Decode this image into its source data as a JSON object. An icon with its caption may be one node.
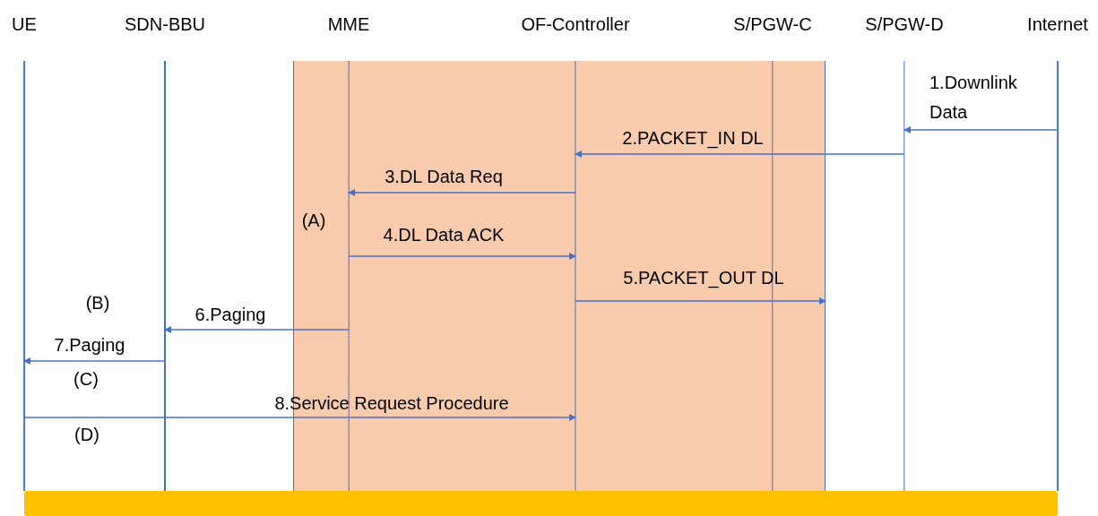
{
  "diagram": {
    "nodes": [
      {
        "text": [
          "UE"
        ]
      },
      {
        "text": [
          "SDN-BBU"
        ]
      },
      {
        "text": [
          "MME"
        ]
      },
      {
        "text": [
          "OF-Controller"
        ]
      },
      {
        "text": [
          "S/PGW-C"
        ]
      },
      {
        "text": [
          "S/PGW-D"
        ]
      },
      {
        "text": [
          "Internet"
        ]
      },
      {
        "text": [],
        "shape": "bar"
      }
    ],
    "edges": [
      {
        "from": 6,
        "to": 5,
        "arrow": "to",
        "label": "1.Downlink Data"
      },
      {
        "from": 5,
        "to": 3,
        "arrow": "to",
        "label": "2.PACKET_IN DL"
      },
      {
        "from": 3,
        "to": 2,
        "arrow": "to",
        "label": "3.DL Data Req"
      },
      {
        "from": 2,
        "to": 3,
        "arrow": "to",
        "label": "4.DL Data ACK"
      },
      {
        "from": 3,
        "to": null,
        "arrow": "to",
        "label": "5.PACKET_OUT DL"
      },
      {
        "from": 2,
        "to": 1,
        "arrow": "to",
        "label": "6.Paging"
      },
      {
        "from": 1,
        "to": 0,
        "arrow": "to",
        "label": "7.Paging"
      },
      {
        "from": 0,
        "to": 3,
        "arrow": "to",
        "label": "8.Service Request Procedure"
      }
    ],
    "labels": [
      "(A)",
      "(B)",
      "(C)",
      "(D)"
    ]
  }
}
